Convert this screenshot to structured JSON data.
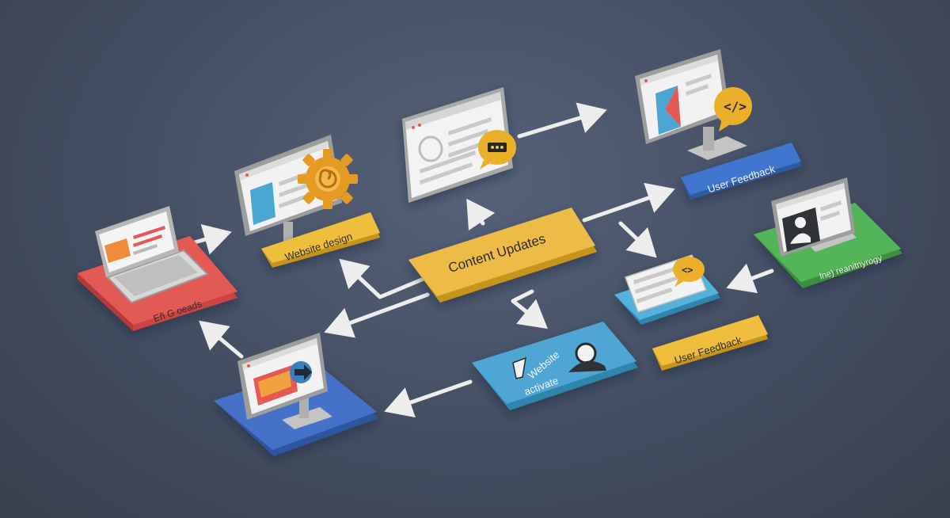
{
  "nodes": {
    "content_updates": {
      "label": "Content Updates"
    },
    "website_design": {
      "label": "Website design"
    },
    "user_feedback_top": {
      "label": "User Feedback"
    },
    "user_feedback_bottom": {
      "label": "User Feedback"
    },
    "left_red_platform": {
      "label": "Eñ G oeads"
    },
    "green_platform": {
      "label": "lne) reanitnyrogy"
    },
    "website_activate": {
      "label_line1": "Website",
      "label_line2": "activate"
    }
  },
  "colors": {
    "background": "#434d62",
    "yellow": "#e8b84a",
    "red": "#e35a55",
    "blue": "#3f6fc4",
    "light_blue": "#4ba7d1",
    "green": "#4caf50",
    "arrow": "#ededed",
    "monitor": "#dcdcdc"
  },
  "icons": [
    "gear-icon",
    "chat-bubble-icon",
    "code-bubble-icon",
    "user-avatar-icon",
    "arrow-icon",
    "monitor-icon",
    "laptop-icon"
  ]
}
